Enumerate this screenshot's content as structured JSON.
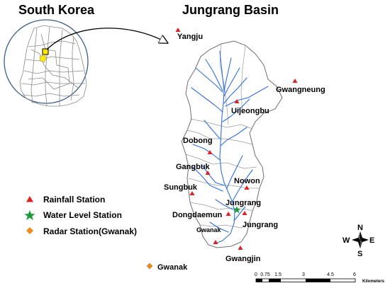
{
  "titles": {
    "left": "South Korea",
    "right": "Jungrang Basin"
  },
  "stations": [
    {
      "name": "Yangju"
    },
    {
      "name": "Gwangneung"
    },
    {
      "name": "Uijeongbu"
    },
    {
      "name": "Dobong"
    },
    {
      "name": "Gangbuk"
    },
    {
      "name": "Nowon"
    },
    {
      "name": "Sungbuk"
    },
    {
      "name": "Jungrang"
    },
    {
      "name": "Dongdaemun"
    },
    {
      "name": "Jungrang"
    },
    {
      "name": "Gwanak"
    },
    {
      "name": "Gwangjin"
    }
  ],
  "radar_station": {
    "name": "Gwanak"
  },
  "legend": [
    {
      "label": "Rainfall Station",
      "symbol": "triangle",
      "color": "#e02020"
    },
    {
      "label": "Water Level Station",
      "symbol": "star",
      "color": "#1f9a3a"
    },
    {
      "label": "Radar Station(Gwanak)",
      "symbol": "diamond",
      "color": "#f08a1c"
    }
  ],
  "scale_bar": {
    "ticks": [
      "0",
      "0.75",
      "1.5",
      "3",
      "4.5",
      "6"
    ],
    "unit": "Kilometers"
  },
  "north_arrow": {
    "n": "N",
    "s": "S",
    "e": "E",
    "w": "W"
  },
  "colors": {
    "river": "#2f6fe0",
    "highlight": "#ffe800",
    "inset_circle": "#3b5e8c"
  }
}
